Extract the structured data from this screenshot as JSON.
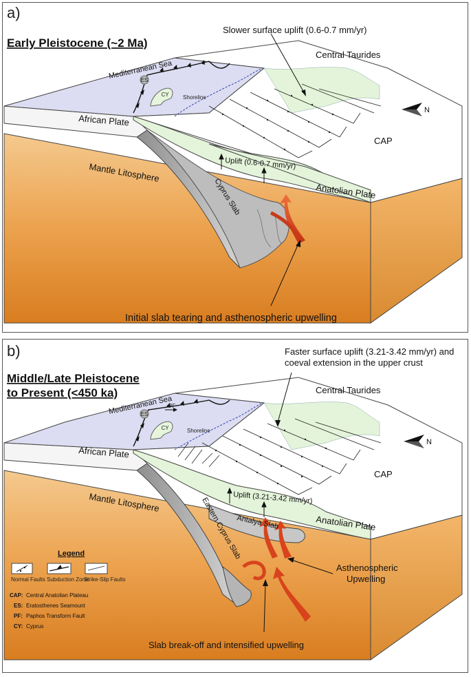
{
  "panel_a": {
    "letter": "a)",
    "title": "Early Pleistocene (~2 Ma)",
    "top_annotation": "Slower surface uplift (0.6-0.7 mm/yr)",
    "central_taurides": "Central Taurides",
    "mediterranean_sea": "Mediterranean Sea",
    "es": "ES",
    "cy": "CY",
    "shoreline": "Shoreline",
    "african_plate": "African Plate",
    "cap": "CAP",
    "mantle": "Mantle Litosphere",
    "uplift": "Uplift (0.6-0.7 mm/yr)",
    "anatolian_plate": "Anatolian Plate",
    "slab": "Cyprus Slab",
    "bottom_annotation": "Initial slab tearing and asthenospheric upwelling",
    "north": "N"
  },
  "panel_b": {
    "letter": "b)",
    "title_line1": "Middle/Late Pleistocene",
    "title_line2": "to Present (<450 ka)",
    "top_annotation_line1": "Faster surface uplift (3.21-3.42 mm/yr) and",
    "top_annotation_line2": "coeval extension in the upper crust",
    "central_taurides": "Central Taurides",
    "mediterranean_sea": "Mediterranean Sea",
    "es": "ES",
    "pf": "PF",
    "cy": "CY",
    "shoreline": "Shoreline",
    "african_plate": "African Plate",
    "cap": "CAP",
    "mantle": "Mantle Litosphere",
    "uplift": "Uplift (3.21-3.42 mm/yr)",
    "anatolian_plate": "Anatolian Plate",
    "slab": "Eastern Cyprus Slab",
    "antalya_slab": "Antalya Slab",
    "upwelling_line1": "Asthenospheric",
    "upwelling_line2": "Upwelling",
    "bottom_annotation": "Slab break-off and intensified upwelling",
    "north": "N",
    "legend": {
      "title": "Legend",
      "normal_faults": "Normal Faults",
      "subduction_zone": "Subduction Zone",
      "strike_slip": "Strike-Slip Faults",
      "items": [
        {
          "abbr": "CAP:",
          "text": "Central Anatolian Plateau"
        },
        {
          "abbr": "ES:",
          "text": "Eratosthenes Seamount"
        },
        {
          "abbr": "PF:",
          "text": "Paphos Transform Fault"
        },
        {
          "abbr": "CY:",
          "text": "Cyprus"
        }
      ]
    }
  },
  "colors": {
    "sea": "#dcdcf2",
    "land_green": "#e6f5dc",
    "mantle_orange": "#e8973a",
    "slab_gray": "#a8a8a8",
    "arrow_red": "#d8431c"
  }
}
